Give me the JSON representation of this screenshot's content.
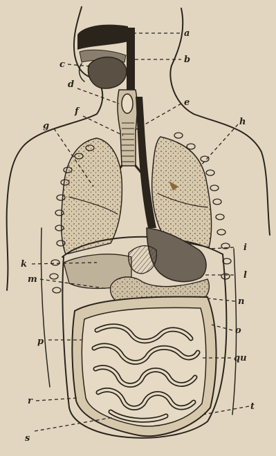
{
  "diagram": {
    "labels": {
      "a": "a",
      "b": "b",
      "c": "c",
      "d": "d",
      "e": "e",
      "f": "f",
      "g": "g",
      "h": "h",
      "i": "i",
      "k": "k",
      "l": "l",
      "m": "m",
      "n": "n",
      "o": "o",
      "p": "p",
      "qu": "qu",
      "r": "r",
      "s": "s",
      "t": "t"
    },
    "colors": {
      "paper": "#e2d6c0",
      "ink": "#2a241c",
      "lung_tint": "#d8c9ad",
      "organ_shade": "#6e6457"
    }
  }
}
